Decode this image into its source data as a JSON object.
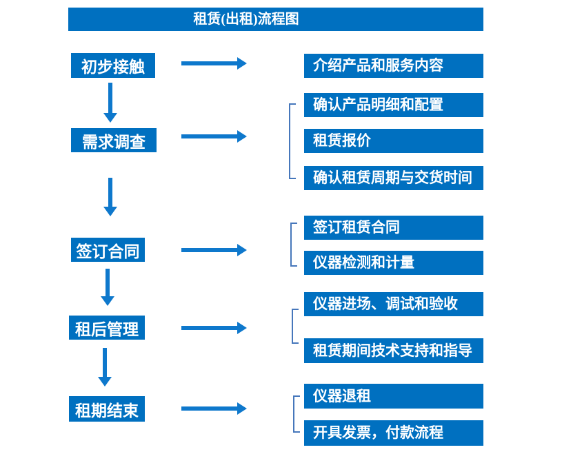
{
  "title": "租赁(出租)流程图",
  "colors": {
    "box_blue": "#0070C0",
    "arrow_blue": "#0E78CC",
    "bracket_blue": "#4677BB",
    "text_white": "#FFFFFF"
  },
  "stages": [
    {
      "label": "初步接触",
      "details": [
        "介绍产品和服务内容"
      ]
    },
    {
      "label": "需求调查",
      "details": [
        "确认产品明细和配置",
        "租赁报价",
        "确认租赁周期与交货时间"
      ]
    },
    {
      "label": "签订合同",
      "details": [
        "签订租赁合同",
        "仪器检测和计量"
      ]
    },
    {
      "label": "租后管理",
      "details": [
        "仪器进场、调试和验收",
        "租赁期间技术支持和指导"
      ]
    },
    {
      "label": "租期结束",
      "details": [
        "仪器退租",
        "开具发票，付款流程"
      ]
    }
  ]
}
